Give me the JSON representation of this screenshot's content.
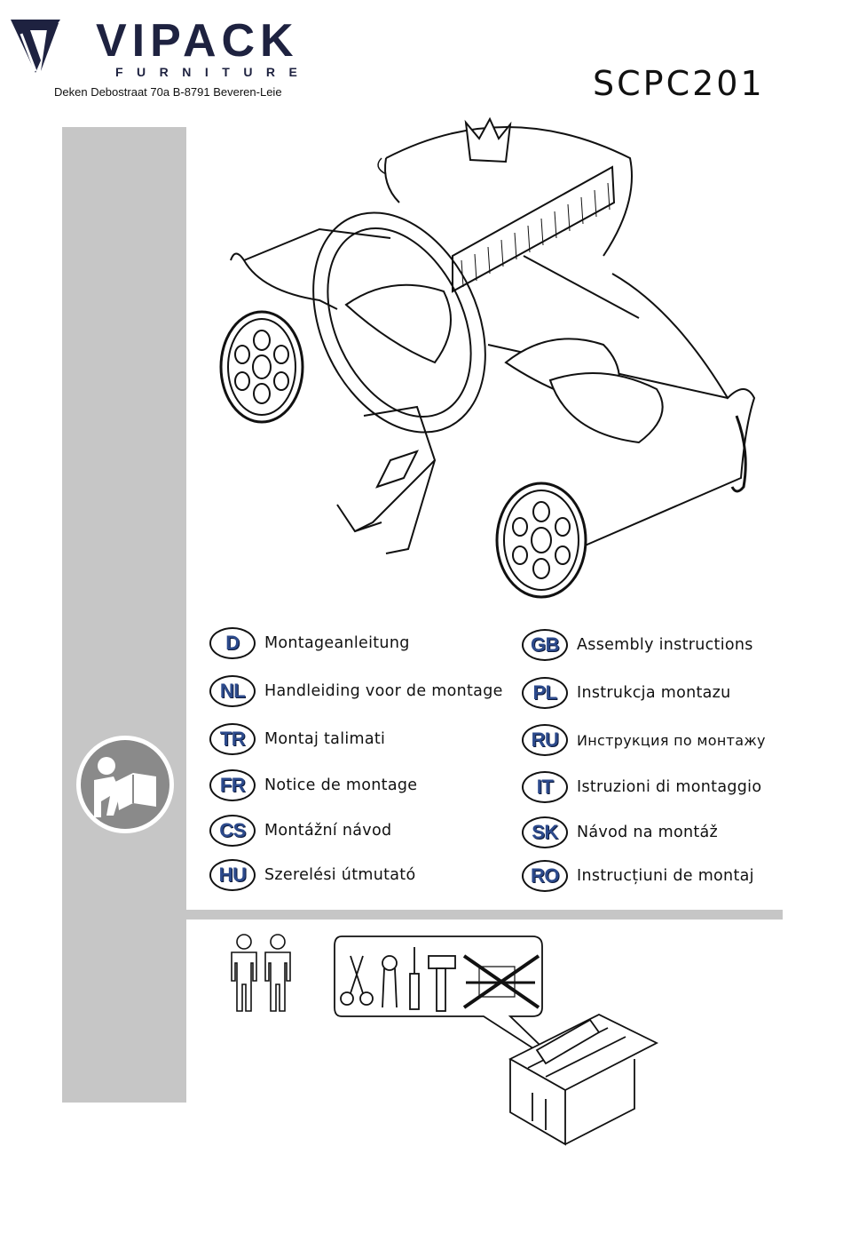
{
  "header": {
    "brand": "VIPACK",
    "brand_sub": "FURNITURE",
    "address": "Deken Debostraat 70a B-8791 Beveren-Leie",
    "model": "SCPC201"
  },
  "languages_left": [
    {
      "code": "D",
      "text": "Montageanleitung"
    },
    {
      "code": "NL",
      "text": "Handleiding voor de montage"
    },
    {
      "code": "TR",
      "text": "Montaj talimati"
    },
    {
      "code": "FR",
      "text": "Notice de montage"
    },
    {
      "code": "CS",
      "text": "Montážní návod"
    },
    {
      "code": "HU",
      "text": "Szerelési útmutató"
    }
  ],
  "languages_right": [
    {
      "code": "GB",
      "text": "Assembly instructions"
    },
    {
      "code": "PL",
      "text": "Instrukcja montazu"
    },
    {
      "code": "RU",
      "text": "Инструкция по монтажу"
    },
    {
      "code": "IT",
      "text": "Istruzioni di montaggio"
    },
    {
      "code": "SK",
      "text": "Návod na montáž"
    },
    {
      "code": "RO",
      "text": "Instrucțiuni de montaj"
    }
  ],
  "icons": {
    "logo": "vipack-logo-icon",
    "manual": "read-manual-icon",
    "persons": "two-persons-icon",
    "tools": [
      "scissors-icon",
      "pincers-icon",
      "screwdriver-icon",
      "hammer-icon",
      "no-drill-icon"
    ],
    "toolbox": "toolbox-icon",
    "bed": "carriage-bed-illustration"
  },
  "colors": {
    "brand": "#1e2240",
    "badge_text": "#2c4a8c",
    "sidebar": "#c6c6c6"
  }
}
